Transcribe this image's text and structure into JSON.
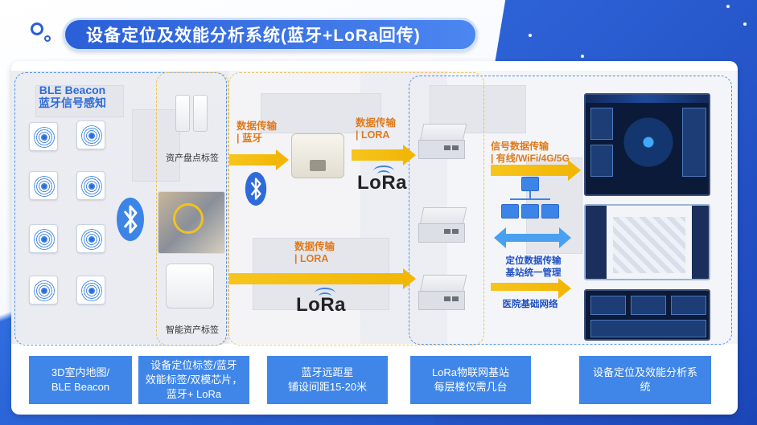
{
  "title": "设备定位及效能分析系统(蓝牙+LoRa回传)",
  "ble": {
    "title_line1": "BLE Beacon",
    "title_line2": "蓝牙信号感知"
  },
  "labels": {
    "asset_inventory_tag": "资产盘点标签",
    "smart_asset_tag": "智能资产标签"
  },
  "logos": {
    "lora": "LoRa"
  },
  "flows": {
    "bt": {
      "line1": "数据传输",
      "line2": "| 蓝牙"
    },
    "lora_top": {
      "line1": "数据传输",
      "line2": "| LORA"
    },
    "lora_bottom": {
      "line1": "数据传输",
      "line2": "| LORA"
    },
    "signal": {
      "line1": "信号数据传输",
      "line2": "| 有线/WiFi/4G/5G"
    },
    "positioning": {
      "line1": "定位数据传输",
      "line2": "基站统一管理"
    },
    "hospital_network": "医院基础网络"
  },
  "bottom": {
    "box1": {
      "line1": "3D室内地图/",
      "line2": "BLE Beacon"
    },
    "box2": {
      "line1": "设备定位标签/蓝牙",
      "line2": "效能标签/双模芯片，",
      "line3": "蓝牙+ LoRa"
    },
    "box3": {
      "line1": "蓝牙远距星",
      "line2": "铺设间距15-20米"
    },
    "box4": {
      "line1": "LoRa物联网基站",
      "line2": "每层楼仅需几台"
    },
    "box5": {
      "line1": "设备定位及效能分析系",
      "line2": "统"
    }
  },
  "colors": {
    "accent_blue": "#2f6ad9",
    "arrow_yellow": "#f2b705",
    "label_orange": "#e07a1c",
    "bottom_box_blue": "#3f86e8"
  }
}
